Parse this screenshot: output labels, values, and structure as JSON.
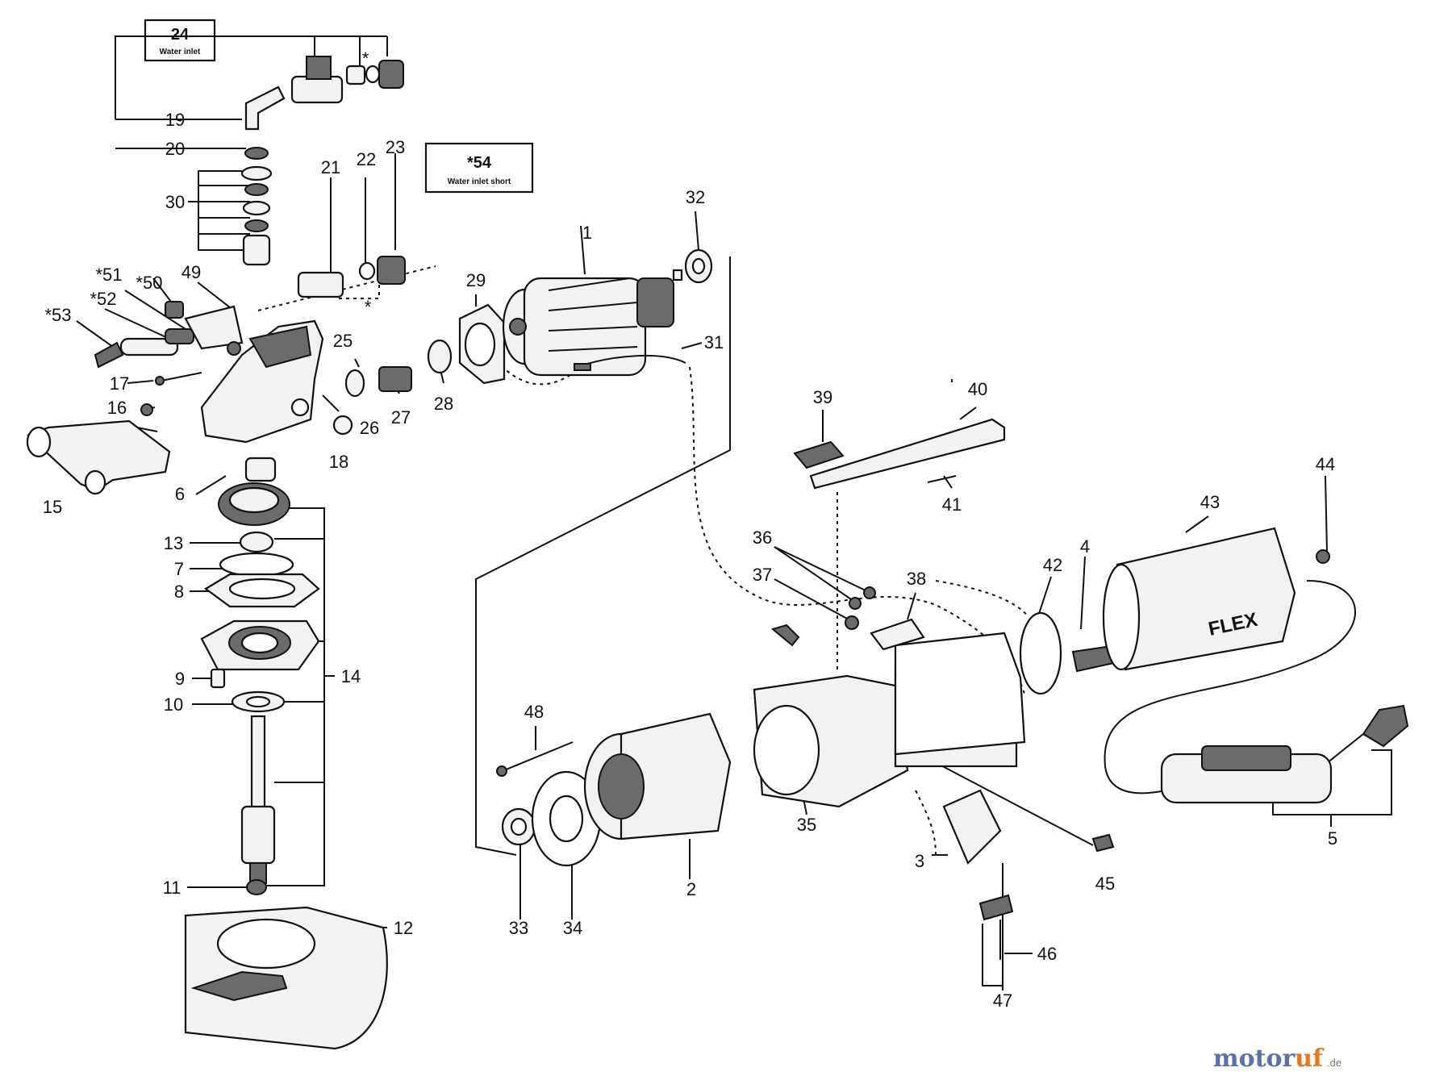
{
  "callouts": [
    {
      "id": "c1",
      "text": "1"
    },
    {
      "id": "c2",
      "text": "2"
    },
    {
      "id": "c3",
      "text": "3"
    },
    {
      "id": "c4",
      "text": "4"
    },
    {
      "id": "c5",
      "text": "5"
    },
    {
      "id": "c6",
      "text": "6"
    },
    {
      "id": "c7",
      "text": "7"
    },
    {
      "id": "c8",
      "text": "8"
    },
    {
      "id": "c9",
      "text": "9"
    },
    {
      "id": "c10",
      "text": "10"
    },
    {
      "id": "c11",
      "text": "11"
    },
    {
      "id": "c12",
      "text": "12"
    },
    {
      "id": "c13",
      "text": "13"
    },
    {
      "id": "c14",
      "text": "14"
    },
    {
      "id": "c15",
      "text": "15"
    },
    {
      "id": "c16",
      "text": "16"
    },
    {
      "id": "c17",
      "text": "17"
    },
    {
      "id": "c18",
      "text": "18"
    },
    {
      "id": "c19",
      "text": "19"
    },
    {
      "id": "c20",
      "text": "20"
    },
    {
      "id": "c21",
      "text": "21"
    },
    {
      "id": "c22",
      "text": "22"
    },
    {
      "id": "c23",
      "text": "23"
    },
    {
      "id": "c25",
      "text": "25"
    },
    {
      "id": "c26",
      "text": "26"
    },
    {
      "id": "c27",
      "text": "27"
    },
    {
      "id": "c28",
      "text": "28"
    },
    {
      "id": "c29",
      "text": "29"
    },
    {
      "id": "c30",
      "text": "30"
    },
    {
      "id": "c31",
      "text": "31"
    },
    {
      "id": "c32",
      "text": "32"
    },
    {
      "id": "c33",
      "text": "33"
    },
    {
      "id": "c34",
      "text": "34"
    },
    {
      "id": "c35",
      "text": "35"
    },
    {
      "id": "c36",
      "text": "36"
    },
    {
      "id": "c37",
      "text": "37"
    },
    {
      "id": "c38",
      "text": "38"
    },
    {
      "id": "c39",
      "text": "39"
    },
    {
      "id": "c40",
      "text": "40"
    },
    {
      "id": "c41",
      "text": "41"
    },
    {
      "id": "c42",
      "text": "42"
    },
    {
      "id": "c43",
      "text": "43"
    },
    {
      "id": "c44",
      "text": "44"
    },
    {
      "id": "c45",
      "text": "45"
    },
    {
      "id": "c46",
      "text": "46"
    },
    {
      "id": "c47",
      "text": "47"
    },
    {
      "id": "c48",
      "text": "48"
    },
    {
      "id": "c49",
      "text": "49"
    },
    {
      "id": "c50",
      "text": "*50"
    },
    {
      "id": "c51",
      "text": "*51"
    },
    {
      "id": "c52",
      "text": "*52"
    },
    {
      "id": "c53",
      "text": "*53"
    }
  ],
  "boxes": {
    "water_inlet": {
      "number": "24",
      "caption": "Water inlet"
    },
    "water_inlet_short": {
      "number": "*54",
      "caption": "Water inlet short"
    }
  },
  "marks": {
    "asterisk": "*",
    "brand": "FLEX"
  },
  "watermark": {
    "part_a": "motor",
    "part_b": "uf",
    "suffix": ".de"
  }
}
